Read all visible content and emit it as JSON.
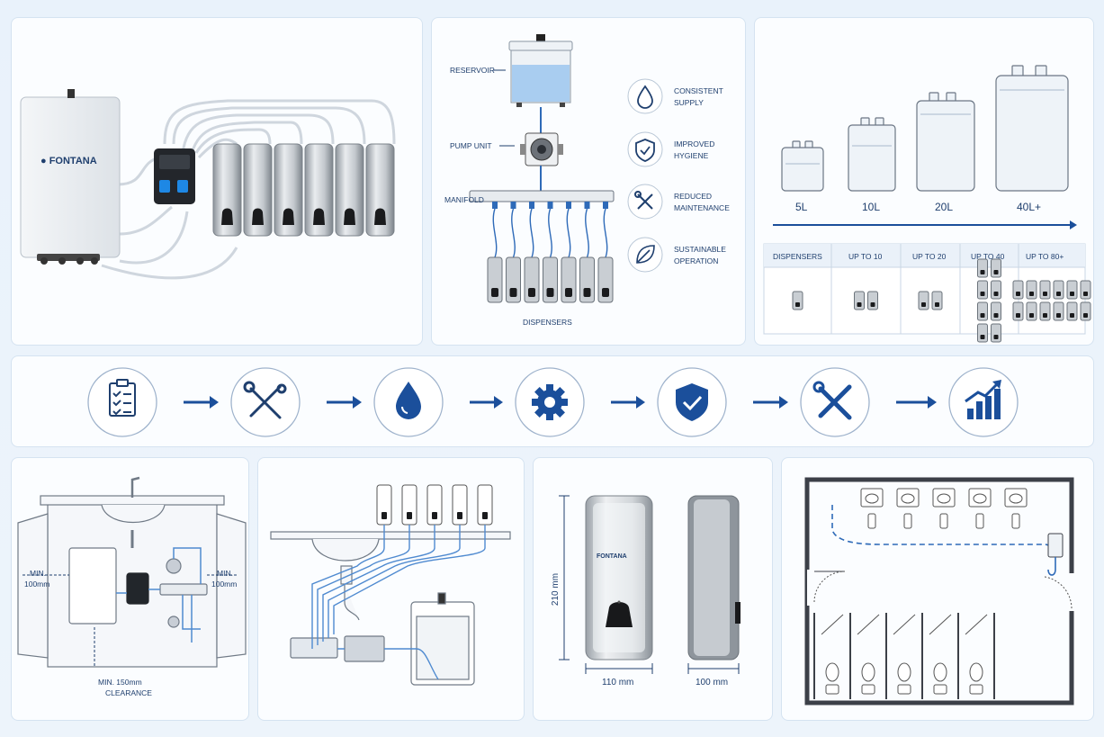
{
  "colors": {
    "navy": "#1f3f6e",
    "accent_blue": "#1b4f9b",
    "water_blue": "#5b9bd5",
    "panel_bg": "#fbfdff",
    "page_bg": "#e9f2fb"
  },
  "system_overview": {
    "brand": "FONTANA",
    "dispenser_count": 6
  },
  "flow_diagram": {
    "reservoir": "RESERVOIR",
    "pump": "PUMP UNIT",
    "manifold": "MANIFOLD",
    "dispensers": "DISPENSERS",
    "benefits": [
      {
        "icon": "water-drop-icon",
        "line1": "CONSISTENT",
        "line2": "SUPPLY"
      },
      {
        "icon": "shield-check-icon",
        "line1": "IMPROVED",
        "line2": "HYGIENE"
      },
      {
        "icon": "wrench-screwdriver-icon",
        "line1": "REDUCED",
        "line2": "MAINTENANCE"
      },
      {
        "icon": "leaf-icon",
        "line1": "SUSTAINABLE",
        "line2": "OPERATION"
      }
    ]
  },
  "capacity": {
    "sizes": [
      "5L",
      "10L",
      "20L",
      "40L+"
    ],
    "table": {
      "header": [
        "DISPENSERS",
        "UP TO 10",
        "UP TO 20",
        "UP TO 40",
        "UP TO 80+"
      ],
      "dispenser_icons": [
        1,
        2,
        2,
        8,
        12
      ]
    }
  },
  "process_steps": [
    {
      "icon": "clipboard-checklist-icon"
    },
    {
      "icon": "wrench-screwdriver-icon"
    },
    {
      "icon": "water-drop-icon"
    },
    {
      "icon": "gear-icon"
    },
    {
      "icon": "shield-check-icon"
    },
    {
      "icon": "tools-icon"
    },
    {
      "icon": "growth-chart-icon"
    }
  ],
  "cabinet_install": {
    "left_clearance": [
      "MIN.",
      "100mm"
    ],
    "right_clearance": [
      "MIN.",
      "100mm"
    ],
    "bottom_clearance": [
      "MIN. 150mm",
      "CLEARANCE"
    ]
  },
  "plumbing": {
    "dispenser_count": 5
  },
  "dimensions": {
    "height": "210 mm",
    "width": "110 mm",
    "depth": "100 mm",
    "brand": "FONTANA"
  },
  "floor_plan": {
    "sinks": 5,
    "toilets": 5
  }
}
